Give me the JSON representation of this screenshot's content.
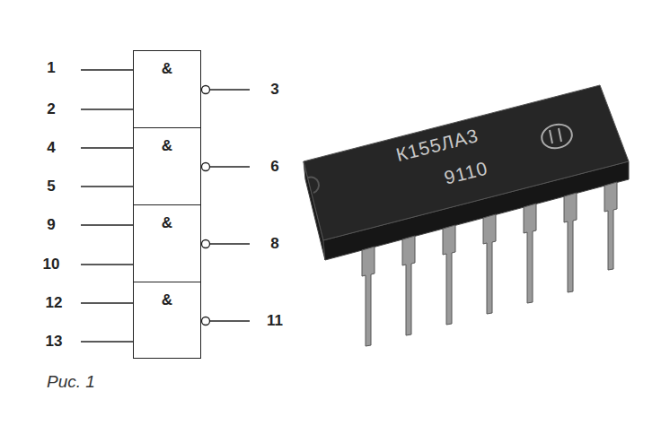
{
  "diagram": {
    "caption": "Рис. 1",
    "nodes": [
      {
        "text": [
          "&"
        ]
      },
      {
        "text": [
          "&"
        ]
      },
      {
        "text": [
          "&"
        ]
      },
      {
        "text": [
          "&"
        ]
      }
    ],
    "labels": [
      "1",
      "2",
      "3",
      "4",
      "5",
      "6",
      "9",
      "10",
      "8",
      "12",
      "13",
      "11",
      "К155ЛА3",
      "9110"
    ]
  }
}
